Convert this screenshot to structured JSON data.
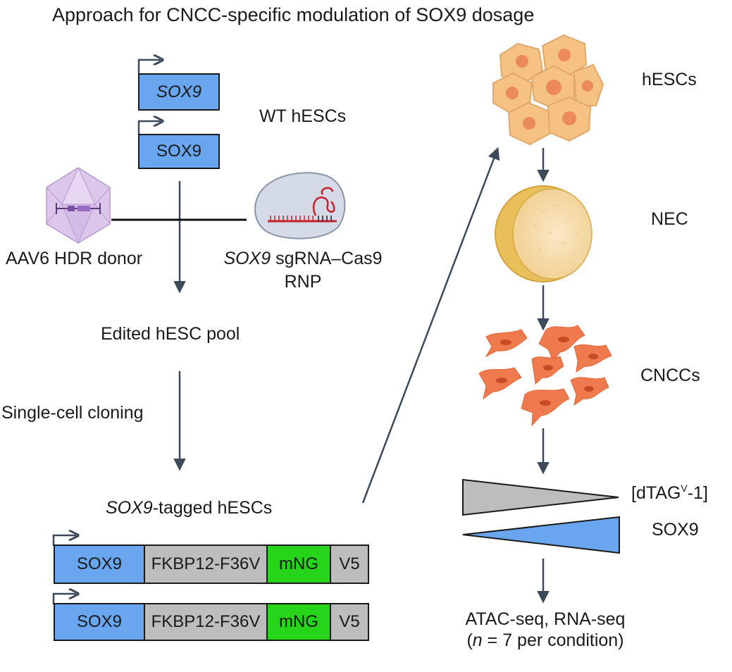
{
  "title": "Approach for CNCC-specific modulation of SOX9 dosage",
  "left": {
    "wt_gene_1": "SOX9",
    "wt_gene_2": "SOX9",
    "wt_label": "WT hESCs",
    "donor_label": "AAV6 HDR donor",
    "rnp_label_gene": "SOX9",
    "rnp_label_rest": " sgRNA–Cas9",
    "rnp_label_line2": "RNP",
    "edited_pool": "Edited hESC pool",
    "cloning": "Single-cell cloning",
    "tagged_gene": "SOX9",
    "tagged_rest": "-tagged hESCs",
    "construct": {
      "parts": [
        "SOX9",
        "FKBP12-F36V",
        "mNG",
        "V5"
      ],
      "colors": [
        "#6aa6f0",
        "#bdbdbd",
        "#26d41a",
        "#bdbdbd"
      ]
    }
  },
  "right": {
    "stage1": "hESCs",
    "stage2": "NEC",
    "stage3": "CNCCs",
    "dtag_open": "[dTAG",
    "dtag_sup": "V",
    "dtag_close": "-1]",
    "sox9": "SOX9",
    "readout_line1": "ATAC-seq, RNA-seq",
    "readout_n": "n",
    "readout_rest": " = 7 per condition)",
    "readout_open": "("
  },
  "colors": {
    "arrow": "#3d4a5c",
    "gene_blue": "#6aa6f0",
    "tag_grey": "#bdbdbd",
    "mng_green": "#26d41a",
    "cell_orange": "#f5c283",
    "nucleus": "#ec8a5c",
    "cncc": "#ef7a4d"
  }
}
